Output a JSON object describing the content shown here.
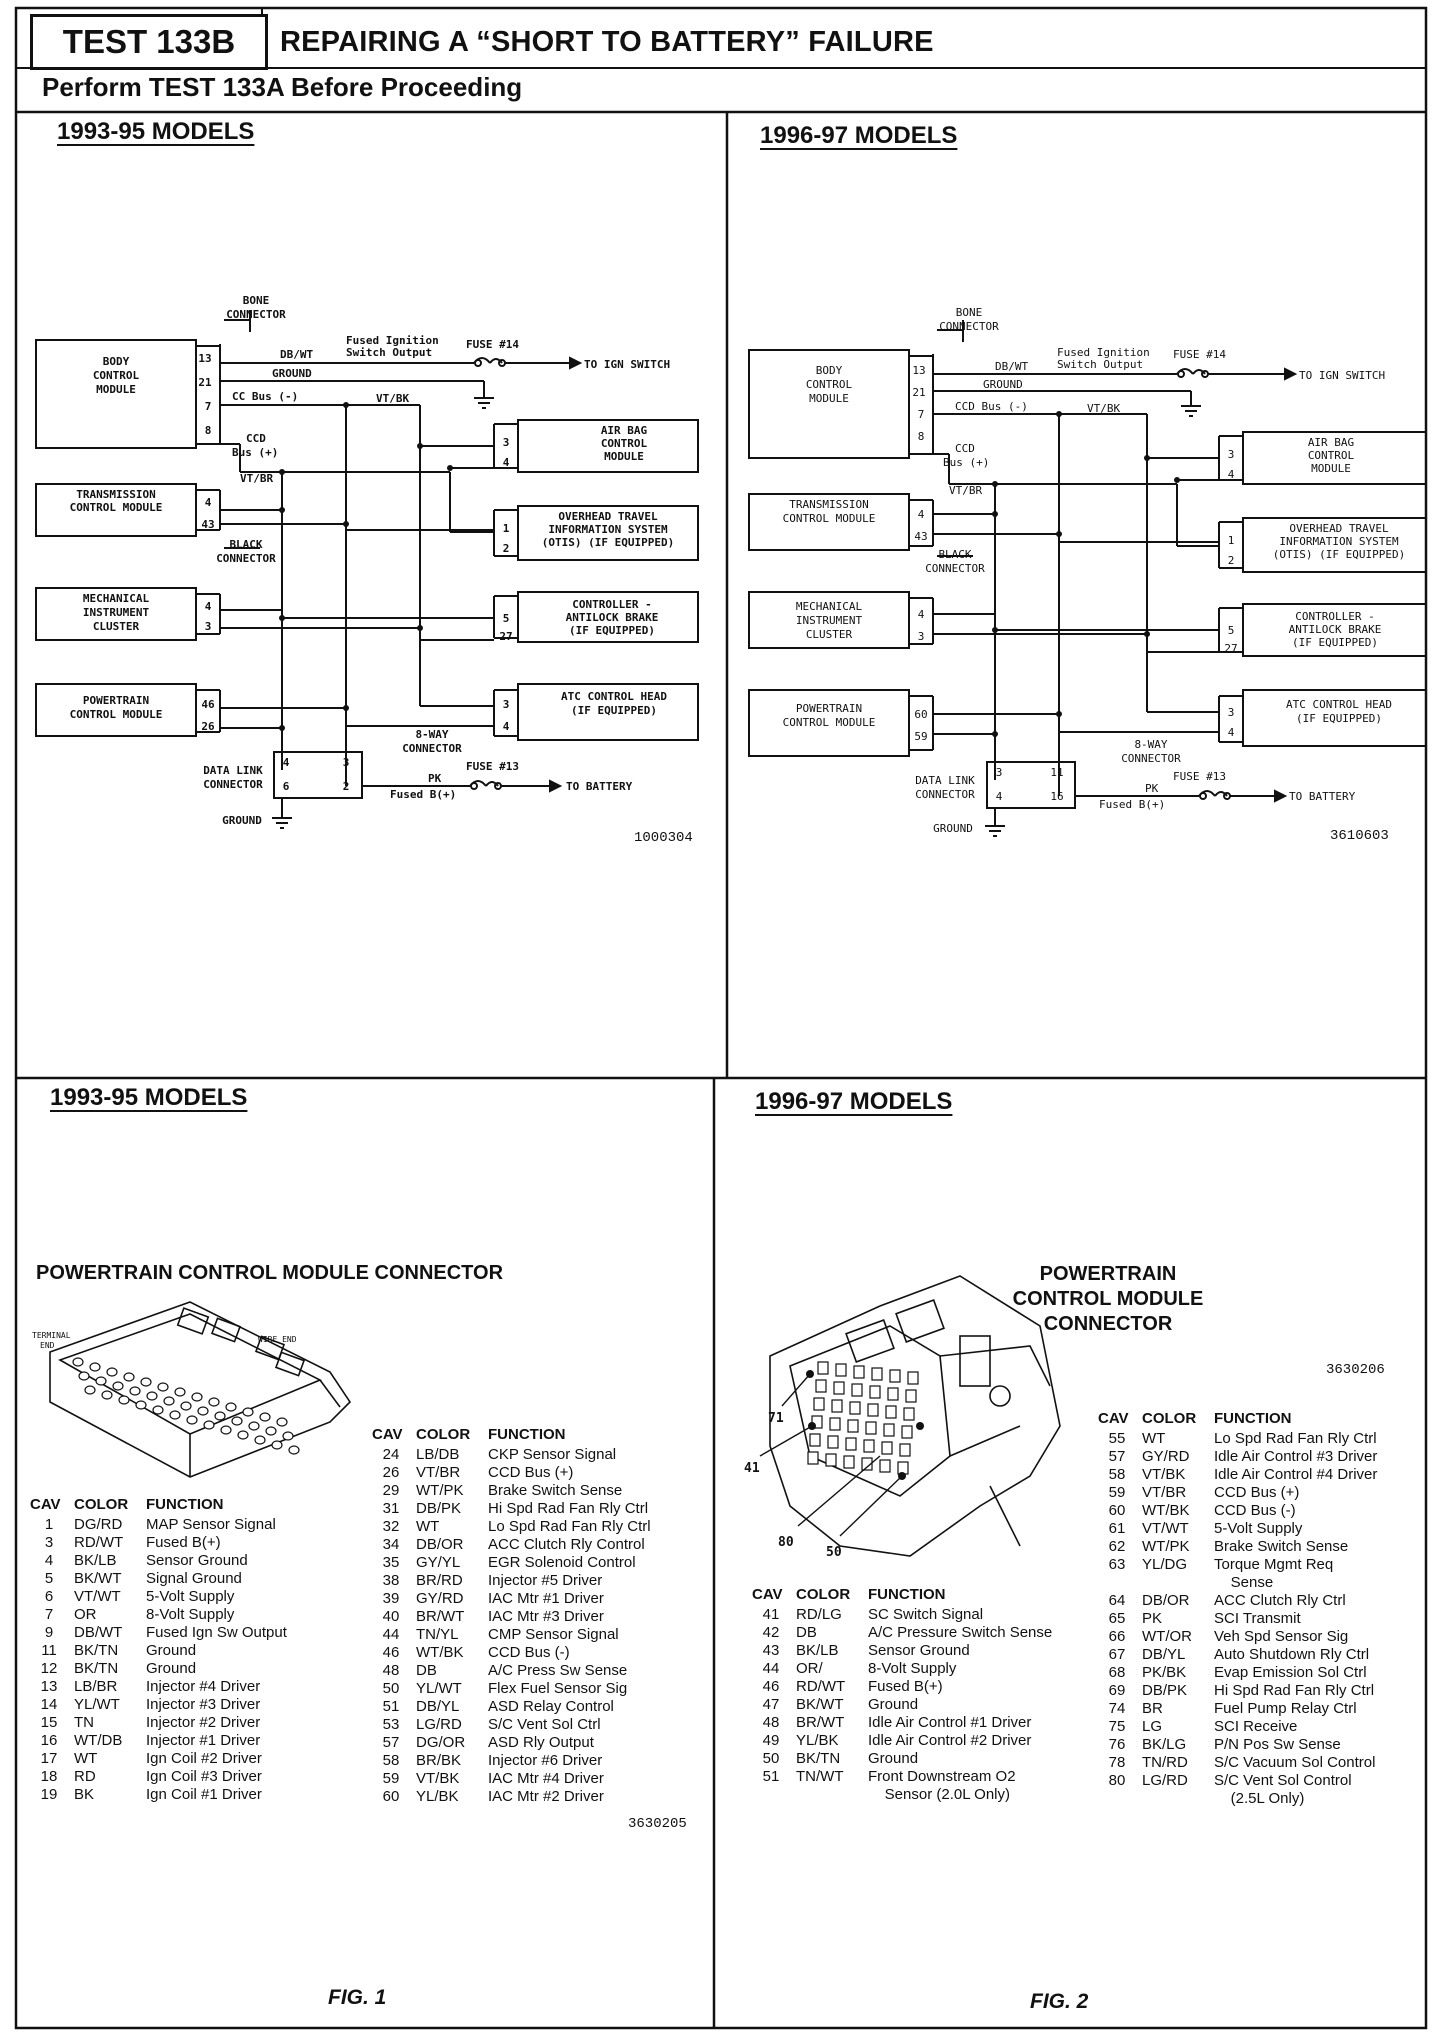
{
  "header": {
    "test": "TEST 133B",
    "title": "REPAIRING A “SHORT TO BATTERY” FAILURE",
    "subtitle": "Perform TEST 133A Before Proceeding"
  },
  "panels": {
    "top_left_title": "1993-95 MODELS",
    "top_right_title": "1996-97 MODELS",
    "bottom_left_title": "1993-95 MODELS",
    "bottom_right_title": "1996-97 MODELS"
  },
  "wiring_a": {
    "bone_connector": [
      "BONE",
      "CONNECTOR"
    ],
    "bcm": [
      "BODY",
      "CONTROL",
      "MODULE"
    ],
    "bcm_pins": [
      "13",
      "21",
      "7",
      "8"
    ],
    "wire_db_wt": "DB/WT",
    "fused_ign": [
      "Fused Ignition",
      "Switch Output"
    ],
    "fuse14": "FUSE #14",
    "to_ign": "TO IGN SWITCH",
    "ground": "GROUND",
    "cc_bus_minus": "CC Bus (-)",
    "vt_bk": "VT/BK",
    "ccd_bus_plus": [
      "CCD",
      "Bus (+)"
    ],
    "vt_br": "VT/BR",
    "tcm": [
      "TRANSMISSION",
      "CONTROL MODULE"
    ],
    "tcm_pins": [
      "4",
      "43"
    ],
    "black_connector": [
      "BLACK",
      "CONNECTOR"
    ],
    "mic": [
      "MECHANICAL",
      "INSTRUMENT",
      "CLUSTER"
    ],
    "mic_pins": [
      "4",
      "3"
    ],
    "pcm": [
      "POWERTRAIN",
      "CONTROL MODULE"
    ],
    "pcm_pins": [
      "46",
      "26"
    ],
    "dlc": [
      "DATA LINK",
      "CONNECTOR"
    ],
    "dlc_pins": [
      "4",
      "6",
      "3",
      "2"
    ],
    "ground_bottom": "GROUND",
    "airbag": [
      "AIR BAG",
      "CONTROL",
      "MODULE"
    ],
    "airbag_pins": [
      "3",
      "4"
    ],
    "otis": [
      "OVERHEAD TRAVEL",
      "INFORMATION SYSTEM",
      "(OTIS) (IF EQUIPPED)"
    ],
    "otis_pins": [
      "1",
      "2"
    ],
    "abs": [
      "CONTROLLER -",
      "ANTILOCK BRAKE",
      "(IF EQUIPPED)"
    ],
    "abs_pins": [
      "5",
      "27"
    ],
    "atc": [
      "ATC CONTROL HEAD",
      "(IF EQUIPPED)"
    ],
    "atc_pins": [
      "3",
      "4"
    ],
    "eight_way": [
      "8-WAY",
      "CONNECTOR"
    ],
    "pk": "PK",
    "fused_b": "Fused B(+)",
    "fuse13": "FUSE #13",
    "to_battery": "TO BATTERY",
    "ref": "1000304"
  },
  "wiring_b": {
    "bone_connector": [
      "BONE",
      "CONNECTOR"
    ],
    "bcm": [
      "BODY",
      "CONTROL",
      "MODULE"
    ],
    "bcm_pins": [
      "13",
      "21",
      "7",
      "8"
    ],
    "wire_db_wt": "DB/WT",
    "fused_ign": [
      "Fused Ignition",
      "Switch Output"
    ],
    "fuse14": "FUSE #14",
    "to_ign": "TO IGN SWITCH",
    "ground": "GROUND",
    "ccd_bus_minus": "CCD Bus (-)",
    "vt_bk": "VT/BK",
    "ccd_bus_plus": [
      "CCD",
      "Bus (+)"
    ],
    "vt_br": "VT/BR",
    "tcm": [
      "TRANSMISSION",
      "CONTROL MODULE"
    ],
    "tcm_pins": [
      "4",
      "43"
    ],
    "black_connector": [
      "BLACK",
      "CONNECTOR"
    ],
    "mic": [
      "MECHANICAL",
      "INSTRUMENT",
      "CLUSTER"
    ],
    "mic_pins": [
      "4",
      "3"
    ],
    "pcm": [
      "POWERTRAIN",
      "CONTROL MODULE"
    ],
    "pcm_pins": [
      "60",
      "59"
    ],
    "dlc": [
      "DATA LINK",
      "CONNECTOR"
    ],
    "dlc_pins": [
      "3",
      "4",
      "11",
      "16"
    ],
    "ground_bottom": "GROUND",
    "airbag": [
      "AIR BAG",
      "CONTROL",
      "MODULE"
    ],
    "airbag_pins": [
      "3",
      "4"
    ],
    "otis": [
      "OVERHEAD TRAVEL",
      "INFORMATION SYSTEM",
      "(OTIS) (IF EQUIPPED)"
    ],
    "otis_pins": [
      "1",
      "2"
    ],
    "abs": [
      "CONTROLLER -",
      "ANTILOCK BRAKE",
      "(IF EQUIPPED)"
    ],
    "abs_pins": [
      "5",
      "27"
    ],
    "atc": [
      "ATC CONTROL HEAD",
      "(IF EQUIPPED)"
    ],
    "atc_pins": [
      "3",
      "4"
    ],
    "eight_way": [
      "8-WAY",
      "CONNECTOR"
    ],
    "pk": "PK",
    "fused_b": "Fused B(+)",
    "fuse13": "FUSE #13",
    "to_battery": "TO BATTERY",
    "ref": "3610603"
  },
  "pcm_a": {
    "title": "POWERTRAIN CONTROL MODULE CONNECTOR",
    "terminal_end": [
      "TERMINAL",
      "END"
    ],
    "wire_end": "WIRE END",
    "headers": [
      "CAV",
      "COLOR",
      "FUNCTION"
    ],
    "left": [
      [
        "1",
        "DG/RD",
        "MAP Sensor Signal"
      ],
      [
        "3",
        "RD/WT",
        "Fused B(+)"
      ],
      [
        "4",
        "BK/LB",
        "Sensor Ground"
      ],
      [
        "5",
        "BK/WT",
        "Signal Ground"
      ],
      [
        "6",
        "VT/WT",
        "5-Volt Supply"
      ],
      [
        "7",
        "OR",
        "8-Volt Supply"
      ],
      [
        "9",
        "DB/WT",
        "Fused Ign Sw Output"
      ],
      [
        "11",
        "BK/TN",
        "Ground"
      ],
      [
        "12",
        "BK/TN",
        "Ground"
      ],
      [
        "13",
        "LB/BR",
        "Injector #4 Driver"
      ],
      [
        "14",
        "YL/WT",
        "Injector #3 Driver"
      ],
      [
        "15",
        "TN",
        "Injector #2 Driver"
      ],
      [
        "16",
        "WT/DB",
        "Injector #1 Driver"
      ],
      [
        "17",
        "WT",
        "Ign Coil #2 Driver"
      ],
      [
        "18",
        "RD",
        "Ign Coil #3 Driver"
      ],
      [
        "19",
        "BK",
        "Ign Coil #1 Driver"
      ]
    ],
    "right": [
      [
        "24",
        "LB/DB",
        "CKP Sensor Signal"
      ],
      [
        "26",
        "VT/BR",
        "CCD Bus (+)"
      ],
      [
        "29",
        "WT/PK",
        "Brake Switch Sense"
      ],
      [
        "31",
        "DB/PK",
        "Hi Spd Rad Fan Rly Ctrl"
      ],
      [
        "32",
        "WT",
        "Lo Spd Rad Fan Rly Ctrl"
      ],
      [
        "34",
        "DB/OR",
        "ACC Clutch Rly Control"
      ],
      [
        "35",
        "GY/YL",
        "EGR Solenoid Control"
      ],
      [
        "38",
        "BR/RD",
        "Injector #5 Driver"
      ],
      [
        "39",
        "GY/RD",
        "IAC Mtr #1 Driver"
      ],
      [
        "40",
        "BR/WT",
        "IAC Mtr #3 Driver"
      ],
      [
        "44",
        "TN/YL",
        "CMP Sensor Signal"
      ],
      [
        "46",
        "WT/BK",
        "CCD Bus (-)"
      ],
      [
        "48",
        "DB",
        "A/C Press Sw Sense"
      ],
      [
        "50",
        "YL/WT",
        "Flex Fuel Sensor Sig"
      ],
      [
        "51",
        "DB/YL",
        "ASD Relay Control"
      ],
      [
        "53",
        "LG/RD",
        "S/C Vent Sol Ctrl"
      ],
      [
        "57",
        "DG/OR",
        "ASD Rly Output"
      ],
      [
        "58",
        "BR/BK",
        "Injector #6 Driver"
      ],
      [
        "59",
        "VT/BK",
        "IAC Mtr #4 Driver"
      ],
      [
        "60",
        "YL/BK",
        "IAC Mtr #2 Driver"
      ]
    ],
    "ref": "3630205",
    "fig": "FIG. 1"
  },
  "pcm_b": {
    "title": [
      "POWERTRAIN",
      "CONTROL MODULE",
      "CONNECTOR"
    ],
    "ref": "3630206",
    "callouts": [
      "71",
      "41",
      "80",
      "50"
    ],
    "headers": [
      "CAV",
      "COLOR",
      "FUNCTION"
    ],
    "left": [
      [
        "41",
        "RD/LG",
        "SC Switch Signal"
      ],
      [
        "42",
        "DB",
        "A/C Pressure Switch Sense"
      ],
      [
        "43",
        "BK/LB",
        "Sensor Ground"
      ],
      [
        "44",
        "OR/",
        "8-Volt Supply"
      ],
      [
        "46",
        "RD/WT",
        "Fused B(+)"
      ],
      [
        "47",
        "BK/WT",
        "Ground"
      ],
      [
        "48",
        "BR/WT",
        "Idle Air Control #1 Driver"
      ],
      [
        "49",
        "YL/BK",
        "Idle Air Control #2 Driver"
      ],
      [
        "50",
        "BK/TN",
        "Ground"
      ],
      [
        "51",
        "TN/WT",
        "Front Downstream O2\n    Sensor (2.0L Only)"
      ]
    ],
    "right": [
      [
        "55",
        "WT",
        "Lo Spd Rad Fan Rly Ctrl"
      ],
      [
        "57",
        "GY/RD",
        "Idle Air Control #3 Driver"
      ],
      [
        "58",
        "VT/BK",
        "Idle Air Control #4 Driver"
      ],
      [
        "59",
        "VT/BR",
        "CCD Bus (+)"
      ],
      [
        "60",
        "WT/BK",
        "CCD Bus (-)"
      ],
      [
        "61",
        "VT/WT",
        "5-Volt Supply"
      ],
      [
        "62",
        "WT/PK",
        "Brake Switch Sense"
      ],
      [
        "63",
        "YL/DG",
        "Torque Mgmt Req\n    Sense"
      ],
      [
        "64",
        "DB/OR",
        "ACC Clutch Rly Ctrl"
      ],
      [
        "65",
        "PK",
        "SCI Transmit"
      ],
      [
        "66",
        "WT/OR",
        "Veh Spd Sensor Sig"
      ],
      [
        "67",
        "DB/YL",
        "Auto Shutdown Rly Ctrl"
      ],
      [
        "68",
        "PK/BK",
        "Evap Emission Sol Ctrl"
      ],
      [
        "69",
        "DB/PK",
        "Hi Spd Rad Fan Rly Ctrl"
      ],
      [
        "74",
        "BR",
        "Fuel Pump Relay Ctrl"
      ],
      [
        "75",
        "LG",
        "SCI Receive"
      ],
      [
        "76",
        "BK/LG",
        "P/N Pos Sw Sense"
      ],
      [
        "78",
        "TN/RD",
        "S/C Vacuum Sol Control"
      ],
      [
        "80",
        "LG/RD",
        "S/C Vent Sol Control\n    (2.5L Only)"
      ]
    ],
    "fig": "FIG. 2"
  }
}
